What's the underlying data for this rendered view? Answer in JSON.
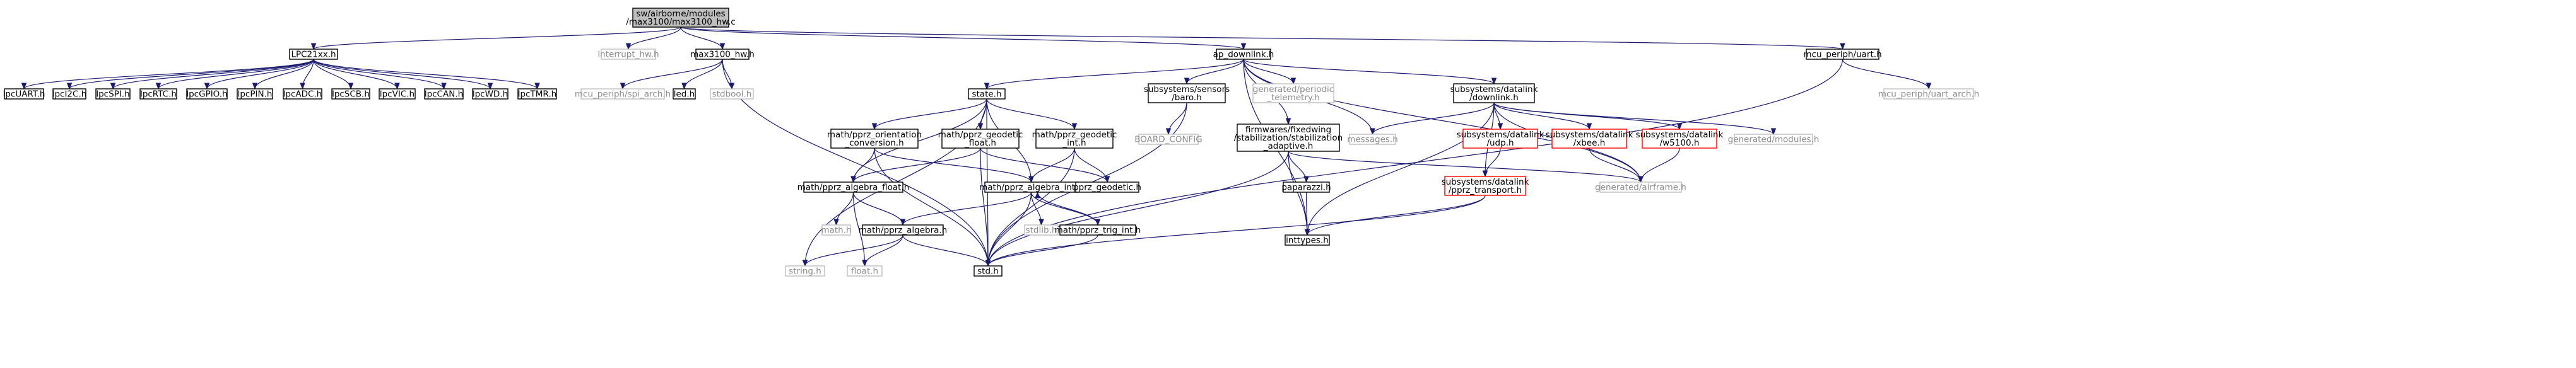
{
  "colors": {
    "edge": "#191970",
    "root_fill": "#bfbfbf",
    "text": "#000000",
    "grey_text": "#8c8c8c",
    "red_border": "#ff0000",
    "grey_border": "#bfbfbf",
    "black_border": "#000000"
  },
  "nodes": [
    {
      "id": "root",
      "lines": [
        "sw/airborne/modules",
        "/max3100/max3100_hw.c"
      ],
      "style": "root"
    },
    {
      "id": "lpc21xx",
      "lines": [
        "LPC21xx.h"
      ],
      "style": "normal"
    },
    {
      "id": "interrupt_hw",
      "lines": [
        "interrupt_hw.h"
      ],
      "style": "grey"
    },
    {
      "id": "max3100_hw",
      "lines": [
        "max3100_hw.h"
      ],
      "style": "normal"
    },
    {
      "id": "ap_downlink",
      "lines": [
        "ap_downlink.h"
      ],
      "style": "normal"
    },
    {
      "id": "mcu_uart",
      "lines": [
        "mcu_periph/uart.h"
      ],
      "style": "normal"
    },
    {
      "id": "lpcUART",
      "lines": [
        "lpcUART.h"
      ],
      "style": "normal"
    },
    {
      "id": "lpcI2C",
      "lines": [
        "lpcI2C.h"
      ],
      "style": "normal"
    },
    {
      "id": "lpcSPI",
      "lines": [
        "lpcSPI.h"
      ],
      "style": "normal"
    },
    {
      "id": "lpcRTC",
      "lines": [
        "lpcRTC.h"
      ],
      "style": "normal"
    },
    {
      "id": "lpcGPIO",
      "lines": [
        "lpcGPIO.h"
      ],
      "style": "normal"
    },
    {
      "id": "lpcPIN",
      "lines": [
        "lpcPIN.h"
      ],
      "style": "normal"
    },
    {
      "id": "lpcADC",
      "lines": [
        "lpcADC.h"
      ],
      "style": "normal"
    },
    {
      "id": "lpcSCB",
      "lines": [
        "lpcSCB.h"
      ],
      "style": "normal"
    },
    {
      "id": "lpcVIC",
      "lines": [
        "lpcVIC.h"
      ],
      "style": "normal"
    },
    {
      "id": "lpcCAN",
      "lines": [
        "lpcCAN.h"
      ],
      "style": "normal"
    },
    {
      "id": "lpcWD",
      "lines": [
        "lpcWD.h"
      ],
      "style": "normal"
    },
    {
      "id": "lpcTMR",
      "lines": [
        "lpcTMR.h"
      ],
      "style": "normal"
    },
    {
      "id": "spi_arch",
      "lines": [
        "mcu_periph/spi_arch.h"
      ],
      "style": "grey"
    },
    {
      "id": "led",
      "lines": [
        "led.h"
      ],
      "style": "normal"
    },
    {
      "id": "stdbool",
      "lines": [
        "stdbool.h"
      ],
      "style": "grey"
    },
    {
      "id": "state",
      "lines": [
        "state.h"
      ],
      "style": "normal"
    },
    {
      "id": "baro",
      "lines": [
        "subsystems/sensors",
        "/baro.h"
      ],
      "style": "normal"
    },
    {
      "id": "periodic_telemetry",
      "lines": [
        "generated/periodic",
        "_telemetry.h"
      ],
      "style": "grey"
    },
    {
      "id": "downlink",
      "lines": [
        "subsystems/datalink",
        "/downlink.h"
      ],
      "style": "normal"
    },
    {
      "id": "uart_arch",
      "lines": [
        "mcu_periph/uart_arch.h"
      ],
      "style": "grey"
    },
    {
      "id": "orientation_conversion",
      "lines": [
        "math/pprz_orientation",
        "_conversion.h"
      ],
      "style": "normal"
    },
    {
      "id": "geodetic_float",
      "lines": [
        "math/pprz_geodetic",
        "_float.h"
      ],
      "style": "normal"
    },
    {
      "id": "geodetic_int",
      "lines": [
        "math/pprz_geodetic",
        "_int.h"
      ],
      "style": "normal"
    },
    {
      "id": "board_config",
      "lines": [
        "BOARD_CONFIG"
      ],
      "style": "grey"
    },
    {
      "id": "stabilization_adaptive",
      "lines": [
        "firmwares/fixedwing",
        "/stabilization/stabilization",
        "_adaptive.h"
      ],
      "style": "normal"
    },
    {
      "id": "messages",
      "lines": [
        "messages.h"
      ],
      "style": "grey"
    },
    {
      "id": "udp",
      "lines": [
        "subsystems/datalink",
        "/udp.h"
      ],
      "style": "red"
    },
    {
      "id": "xbee",
      "lines": [
        "subsystems/datalink",
        "/xbee.h"
      ],
      "style": "red"
    },
    {
      "id": "w5100",
      "lines": [
        "subsystems/datalink",
        "/w5100.h"
      ],
      "style": "red"
    },
    {
      "id": "modules",
      "lines": [
        "generated/modules.h"
      ],
      "style": "grey"
    },
    {
      "id": "algebra_float",
      "lines": [
        "math/pprz_algebra_float.h"
      ],
      "style": "normal"
    },
    {
      "id": "algebra_int",
      "lines": [
        "math/pprz_algebra_int.h"
      ],
      "style": "normal"
    },
    {
      "id": "pprz_geodetic",
      "lines": [
        "pprz_geodetic.h"
      ],
      "style": "normal"
    },
    {
      "id": "paparazzi",
      "lines": [
        "paparazzi.h"
      ],
      "style": "normal"
    },
    {
      "id": "pprz_transport",
      "lines": [
        "subsystems/datalink",
        "/pprz_transport.h"
      ],
      "style": "red"
    },
    {
      "id": "airframe",
      "lines": [
        "generated/airframe.h"
      ],
      "style": "grey"
    },
    {
      "id": "math",
      "lines": [
        "math.h"
      ],
      "style": "grey"
    },
    {
      "id": "pprz_algebra",
      "lines": [
        "math/pprz_algebra.h"
      ],
      "style": "normal"
    },
    {
      "id": "stdlib",
      "lines": [
        "stdlib.h"
      ],
      "style": "grey"
    },
    {
      "id": "trig_int",
      "lines": [
        "math/pprz_trig_int.h"
      ],
      "style": "normal"
    },
    {
      "id": "inttypes",
      "lines": [
        "inttypes.h"
      ],
      "style": "normal"
    },
    {
      "id": "string",
      "lines": [
        "string.h"
      ],
      "style": "grey"
    },
    {
      "id": "float",
      "lines": [
        "float.h"
      ],
      "style": "grey"
    },
    {
      "id": "std",
      "lines": [
        "std.h"
      ],
      "style": "normal"
    }
  ],
  "edges": [
    [
      "root",
      "lpc21xx"
    ],
    [
      "root",
      "interrupt_hw"
    ],
    [
      "root",
      "max3100_hw"
    ],
    [
      "root",
      "ap_downlink"
    ],
    [
      "root",
      "mcu_uart"
    ],
    [
      "lpc21xx",
      "lpcUART"
    ],
    [
      "lpc21xx",
      "lpcI2C"
    ],
    [
      "lpc21xx",
      "lpcSPI"
    ],
    [
      "lpc21xx",
      "lpcRTC"
    ],
    [
      "lpc21xx",
      "lpcGPIO"
    ],
    [
      "lpc21xx",
      "lpcPIN"
    ],
    [
      "lpc21xx",
      "lpcADC"
    ],
    [
      "lpc21xx",
      "lpcSCB"
    ],
    [
      "lpc21xx",
      "lpcVIC"
    ],
    [
      "lpc21xx",
      "lpcCAN"
    ],
    [
      "lpc21xx",
      "lpcWD"
    ],
    [
      "lpc21xx",
      "lpcTMR"
    ],
    [
      "max3100_hw",
      "spi_arch"
    ],
    [
      "max3100_hw",
      "led"
    ],
    [
      "max3100_hw",
      "stdbool"
    ],
    [
      "max3100_hw",
      "std"
    ],
    [
      "ap_downlink",
      "state"
    ],
    [
      "ap_downlink",
      "baro"
    ],
    [
      "ap_downlink",
      "periodic_telemetry"
    ],
    [
      "ap_downlink",
      "downlink"
    ],
    [
      "ap_downlink",
      "stabilization_adaptive"
    ],
    [
      "ap_downlink",
      "messages"
    ],
    [
      "ap_downlink",
      "inttypes"
    ],
    [
      "ap_downlink",
      "airframe"
    ],
    [
      "mcu_uart",
      "uart_arch"
    ],
    [
      "mcu_uart",
      "std"
    ],
    [
      "state",
      "orientation_conversion"
    ],
    [
      "state",
      "geodetic_float"
    ],
    [
      "state",
      "geodetic_int"
    ],
    [
      "state",
      "algebra_float"
    ],
    [
      "state",
      "algebra_int"
    ],
    [
      "state",
      "std"
    ],
    [
      "state",
      "string"
    ],
    [
      "baro",
      "board_config"
    ],
    [
      "baro",
      "std"
    ],
    [
      "downlink",
      "messages"
    ],
    [
      "downlink",
      "udp"
    ],
    [
      "downlink",
      "xbee"
    ],
    [
      "downlink",
      "w5100"
    ],
    [
      "downlink",
      "modules"
    ],
    [
      "downlink",
      "pprz_transport"
    ],
    [
      "downlink",
      "airframe"
    ],
    [
      "downlink",
      "inttypes"
    ],
    [
      "orientation_conversion",
      "algebra_float"
    ],
    [
      "orientation_conversion",
      "algebra_int"
    ],
    [
      "orientation_conversion",
      "std"
    ],
    [
      "geodetic_float",
      "algebra_float"
    ],
    [
      "geodetic_float",
      "pprz_geodetic"
    ],
    [
      "geodetic_float",
      "std"
    ],
    [
      "geodetic_int",
      "pprz_geodetic"
    ],
    [
      "geodetic_int",
      "algebra_int"
    ],
    [
      "geodetic_int",
      "std"
    ],
    [
      "stabilization_adaptive",
      "paparazzi"
    ],
    [
      "stabilization_adaptive",
      "airframe"
    ],
    [
      "stabilization_adaptive",
      "inttypes"
    ],
    [
      "stabilization_adaptive",
      "std"
    ],
    [
      "udp",
      "pprz_transport"
    ],
    [
      "xbee",
      "airframe"
    ],
    [
      "w5100",
      "airframe"
    ],
    [
      "algebra_float",
      "pprz_algebra"
    ],
    [
      "algebra_float",
      "math"
    ],
    [
      "algebra_float",
      "float"
    ],
    [
      "algebra_int",
      "pprz_algebra"
    ],
    [
      "algebra_int",
      "stdlib"
    ],
    [
      "algebra_int",
      "trig_int"
    ],
    [
      "algebra_int",
      "std"
    ],
    [
      "paparazzi",
      "inttypes"
    ],
    [
      "pprz_transport",
      "inttypes"
    ],
    [
      "pprz_transport",
      "std"
    ],
    [
      "pprz_algebra",
      "string"
    ],
    [
      "pprz_algebra",
      "float"
    ],
    [
      "pprz_algebra",
      "std"
    ],
    [
      "trig_int",
      "algebra_int"
    ],
    [
      "trig_int",
      "std"
    ]
  ]
}
